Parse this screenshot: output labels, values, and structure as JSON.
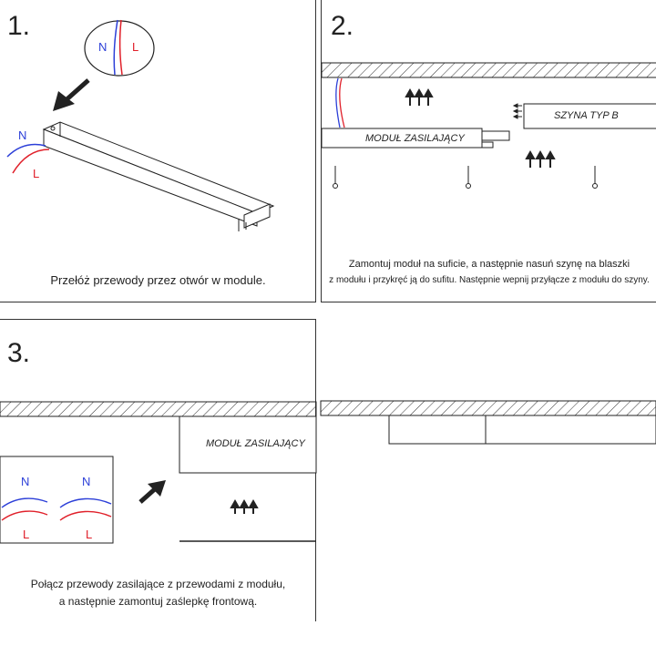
{
  "colors": {
    "neutral_wire": "#2c3fd8",
    "live_wire": "#e0202a",
    "line": "#222222"
  },
  "icons": [
    "arrow-icon",
    "screw-icon",
    "up-arrows-icon",
    "hatch-ceiling-icon"
  ],
  "step1": {
    "number": "1.",
    "callout_n": "N",
    "callout_l": "L",
    "wire_n": "N",
    "wire_l": "L",
    "caption": "Przełóż przewody przez otwór w module."
  },
  "step2": {
    "number": "2.",
    "module_label": "MODUŁ ZASILAJĄCY",
    "rail_label": "SZYNA TYP B",
    "caption_line1": "Zamontuj moduł na suficie, a następnie nasuń szynę na blaszki",
    "caption_line2": "z modułu i przykręć ją do sufitu. Następnie wepnij przyłącze z modułu do szyny."
  },
  "step3": {
    "number": "3.",
    "module_label": "MODUŁ ZASILAJĄCY",
    "wire_n1": "N",
    "wire_n2": "N",
    "wire_l1": "L",
    "wire_l2": "L",
    "caption_line1": "Połącz przewody zasilające z przewodami z modułu,",
    "caption_line2": "a następnie zamontuj zaślepkę frontową."
  }
}
